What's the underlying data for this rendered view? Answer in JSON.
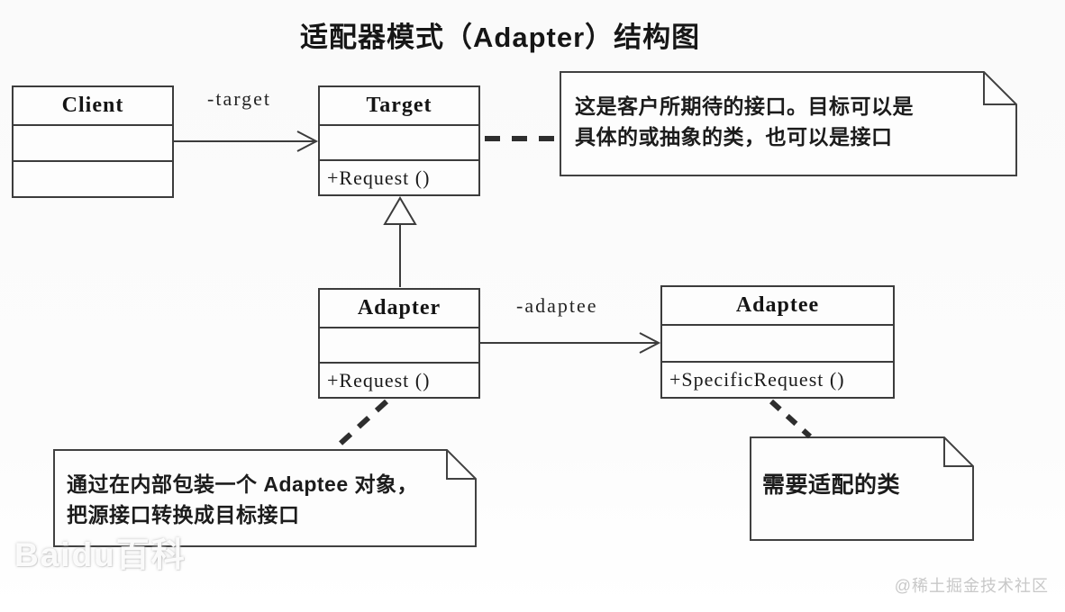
{
  "title": "适配器模式（Adapter）结构图",
  "classes": {
    "client": {
      "name": "Client",
      "attributes": "",
      "methods": ""
    },
    "target": {
      "name": "Target",
      "attributes": "",
      "methods": "+Request ()"
    },
    "adapter": {
      "name": "Adapter",
      "attributes": "",
      "methods": "+Request ()"
    },
    "adaptee": {
      "name": "Adaptee",
      "attributes": "",
      "methods": "+SpecificRequest ()"
    }
  },
  "relations": {
    "client_to_target": {
      "label": "-target"
    },
    "adapter_to_adaptee": {
      "label": "-adaptee"
    }
  },
  "notes": {
    "target_note": {
      "line1": "这是客户所期待的接口。目标可以是",
      "line2": "具体的或抽象的类，也可以是接口"
    },
    "adapter_note": {
      "line1": "通过在内部包装一个 Adaptee 对象，",
      "line2": "把源接口转换成目标接口"
    },
    "adaptee_note": {
      "line1": "需要适配的类"
    }
  },
  "watermarks": {
    "bottom_left": "Baidu百科",
    "bottom_right": "@稀土掘金技术社区"
  },
  "colors": {
    "line": "#3c3c3c",
    "text": "#1a1a1a",
    "background": "#fcfcfc",
    "watermark_right": "#c8c8c8"
  }
}
